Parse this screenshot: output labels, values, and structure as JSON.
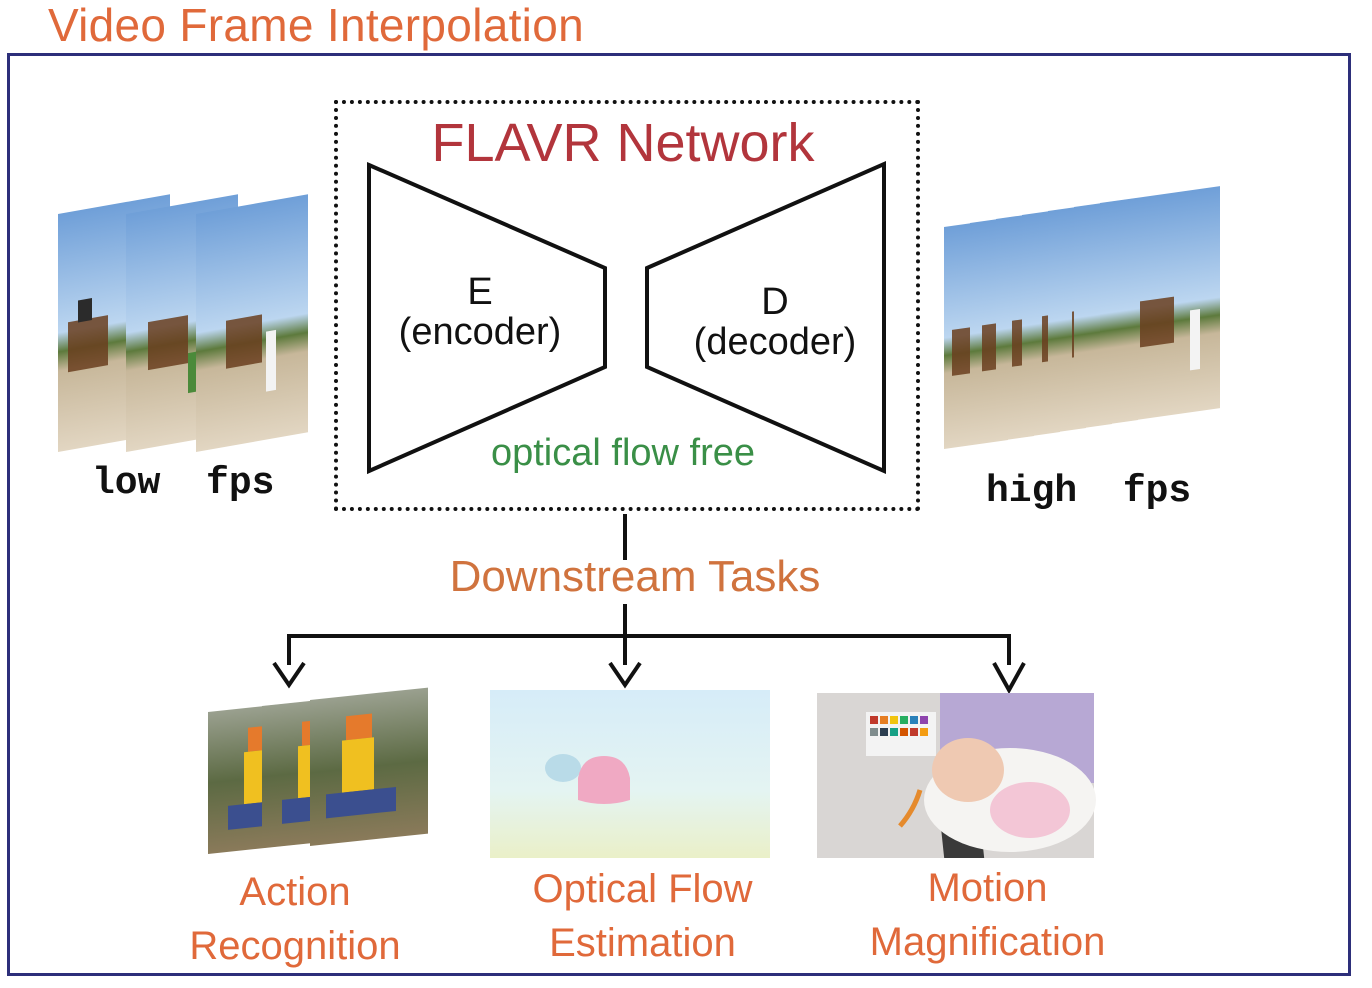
{
  "title": "Video Frame Interpolation",
  "network": {
    "title": "FLAVR  Network",
    "encoder": {
      "letter": "E",
      "name": "(encoder)"
    },
    "decoder": {
      "letter": "D",
      "name": "(decoder)"
    },
    "note": "optical flow free"
  },
  "input_label": "low  fps",
  "output_label": "high  fps",
  "downstream_title": "Downstream Tasks",
  "tasks": [
    {
      "line1": "Action",
      "line2": "Recognition"
    },
    {
      "line1": "Optical Flow",
      "line2": "Estimation"
    },
    {
      "line1": "Motion",
      "line2": "Magnification"
    }
  ],
  "colors": {
    "title": "#e0693a",
    "frame": "#2d2f7a",
    "network_title": "#b2353c",
    "note": "#3a8f47",
    "downstream": "#d0733e"
  }
}
